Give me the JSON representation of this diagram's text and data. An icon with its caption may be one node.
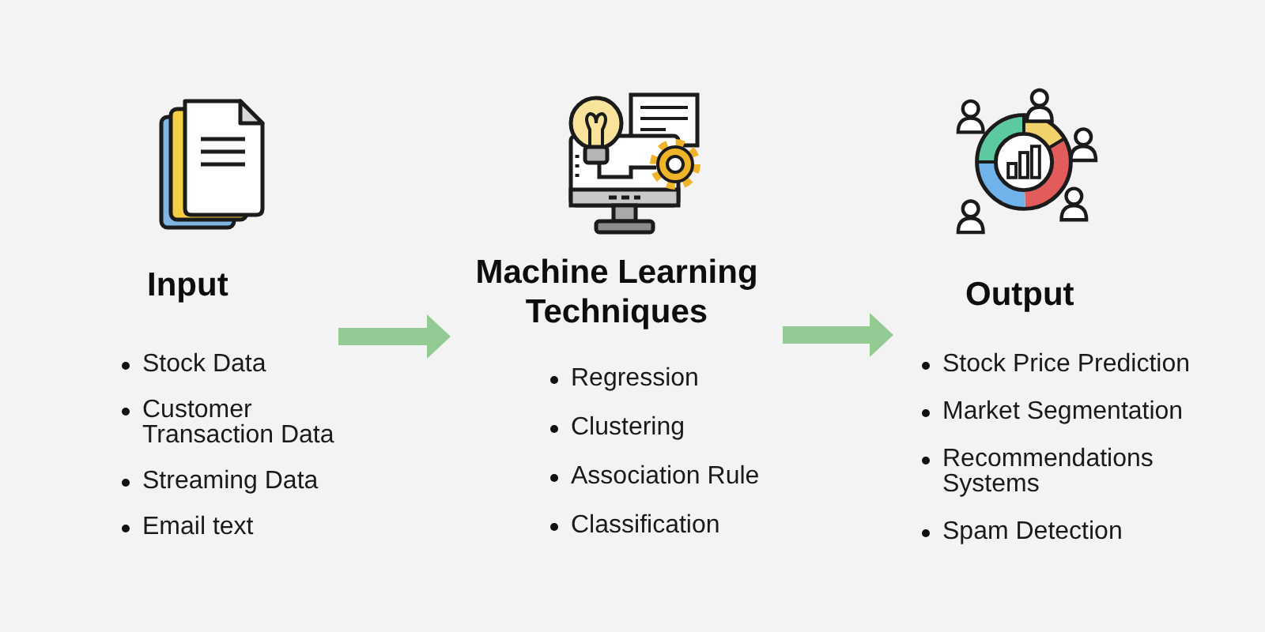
{
  "diagram": {
    "nodes": [
      {
        "text": [
          "Input",
          "Stock Data",
          "Customer Transaction Data",
          "Streaming Data",
          "Email text"
        ]
      },
      {
        "text": [
          "Machine Learning Techniques",
          "Regression",
          "Clustering",
          "Association Rule",
          "Classification"
        ]
      },
      {
        "text": [
          "Output",
          "Stock Price Prediction",
          "Market Segmentation",
          "Recommendations Systems",
          "Spam Detection"
        ]
      }
    ],
    "edges": [
      {
        "from": 0,
        "to": 1,
        "arrow": "to"
      },
      {
        "from": 1,
        "to": 2,
        "arrow": "to"
      }
    ]
  }
}
